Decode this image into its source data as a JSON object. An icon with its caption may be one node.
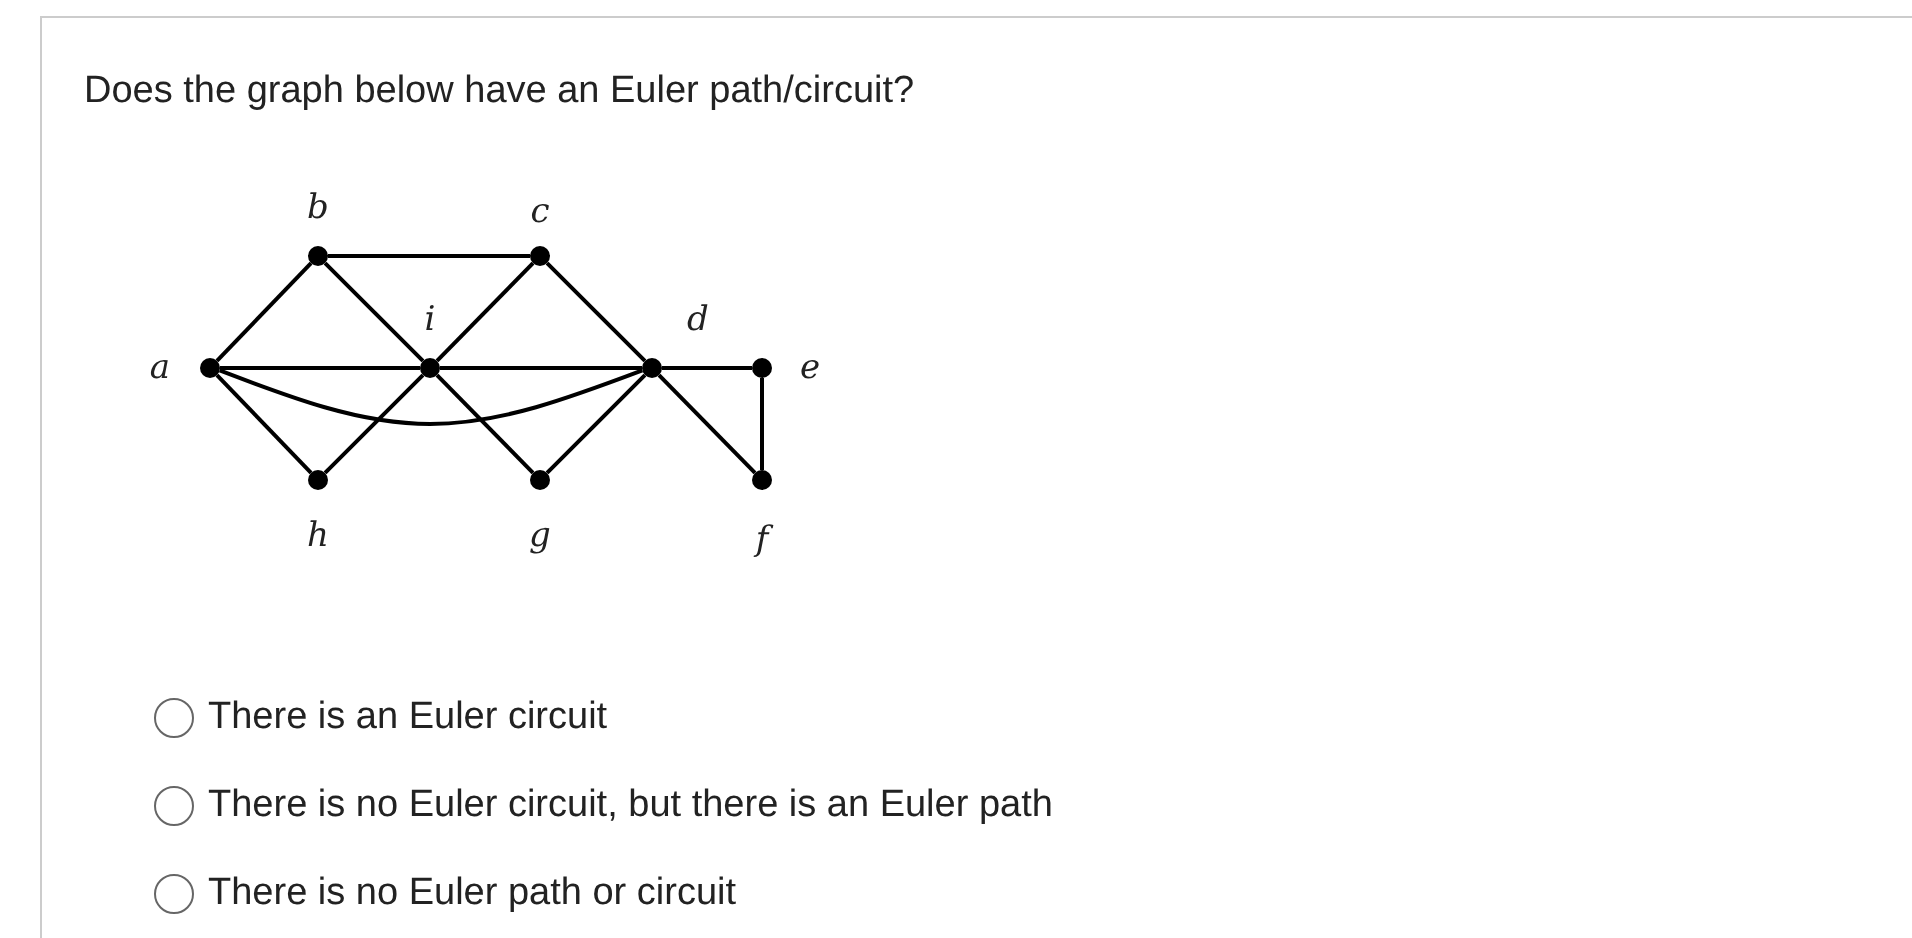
{
  "diagram": {
    "title": "Does the graph below have an Euler path/circuit?",
    "nodes": [
      {
        "text": [],
        "shape": "circle",
        "beside": [
          "a"
        ]
      },
      {
        "text": [],
        "shape": "circle",
        "beside": [
          "b"
        ]
      },
      {
        "text": [],
        "shape": "circle",
        "beside": [
          "c"
        ]
      },
      {
        "text": [],
        "shape": "circle",
        "beside": [
          "i"
        ]
      },
      {
        "text": [],
        "shape": "circle",
        "beside": [
          "d"
        ]
      },
      {
        "text": [],
        "shape": "circle",
        "beside": [
          "e"
        ]
      },
      {
        "text": [],
        "shape": "circle",
        "beside": [
          "h"
        ]
      },
      {
        "text": [],
        "shape": "circle",
        "beside": [
          "g"
        ]
      },
      {
        "text": [],
        "shape": "circle",
        "beside": [
          "f"
        ]
      }
    ],
    "edges": [
      {
        "from": 0,
        "to": 1,
        "arrow": "none"
      },
      {
        "from": 1,
        "to": 2,
        "arrow": "none"
      },
      {
        "from": 0,
        "to": 3,
        "arrow": "none"
      },
      {
        "from": 3,
        "to": 4,
        "arrow": "none"
      },
      {
        "from": 4,
        "to": 5,
        "arrow": "none"
      },
      {
        "from": 5,
        "to": 8,
        "arrow": "none"
      },
      {
        "from": 0,
        "to": 6,
        "arrow": "none"
      },
      {
        "from": 6,
        "to": 3,
        "arrow": "none"
      },
      {
        "from": 1,
        "to": 3,
        "arrow": "none"
      },
      {
        "from": 3,
        "to": 7,
        "arrow": "none"
      },
      {
        "from": 2,
        "to": 3,
        "arrow": "none"
      },
      {
        "from": 2,
        "to": 4,
        "arrow": "none"
      },
      {
        "from": 7,
        "to": 4,
        "arrow": "none"
      },
      {
        "from": 4,
        "to": 8,
        "arrow": "none"
      },
      {
        "from": 0,
        "to": 4,
        "arrow": "none"
      }
    ],
    "labels": [
      "There is an Euler circuit",
      "There is no Euler circuit, but there is an Euler path",
      "There is no Euler path or circuit"
    ]
  }
}
